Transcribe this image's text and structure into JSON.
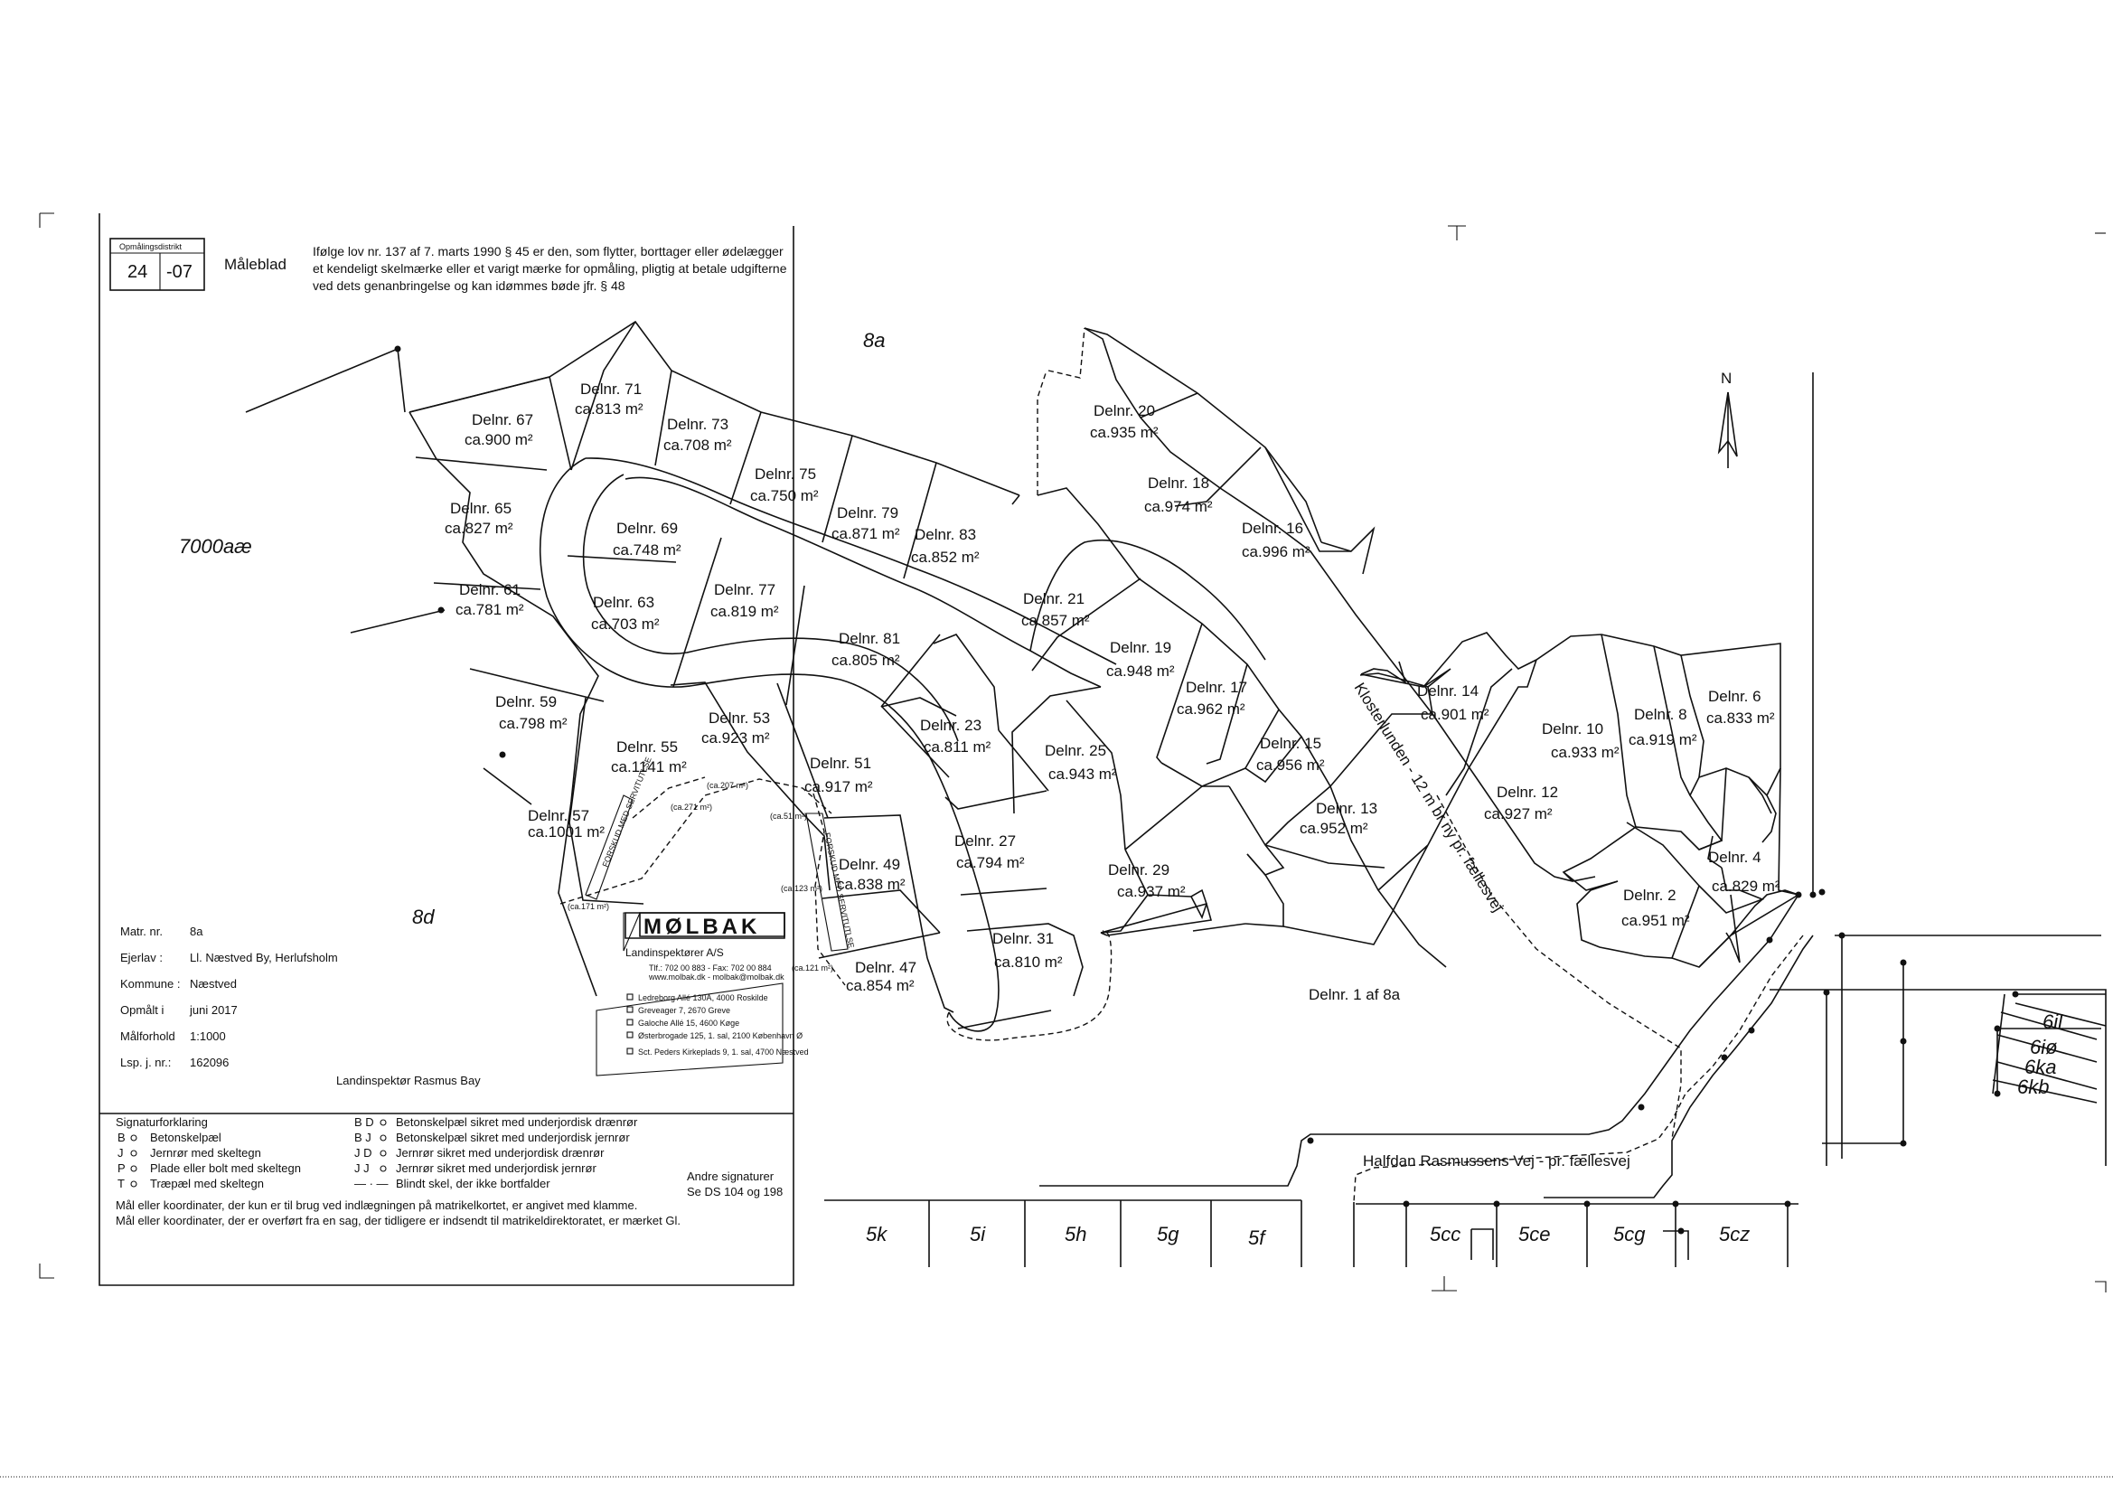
{
  "header": {
    "district_label": "Opmålingsdistrikt",
    "district_a": "24",
    "district_b": "-07",
    "sheet_title": "Måleblad",
    "notice_lines": [
      "Ifølge lov nr. 137 af 7. marts 1990  § 45 er den, som flytter, borttager eller ødelægger",
      "et kendeligt skelmærke eller et varigt mærke for opmåling, pligtig at betale udgifterne",
      "ved dets genanbringelse og kan idømmes bøde jfr. § 48"
    ]
  },
  "matrikler": {
    "m8a": "8a",
    "m7000": "7000aæ",
    "m8d": "8d",
    "road_bottom": [
      "5k",
      "5i",
      "5h",
      "5g",
      "5f",
      "5cc",
      "5ce",
      "5cg",
      "5cz"
    ],
    "road_right": [
      "6il",
      "6iø",
      "6ka",
      "6kb"
    ]
  },
  "parcels": [
    {
      "nr": "Delnr. 71",
      "area": "ca.813 m²"
    },
    {
      "nr": "Delnr. 67",
      "area": "ca.900 m²"
    },
    {
      "nr": "Delnr. 73",
      "area": "ca.708 m²"
    },
    {
      "nr": "Delnr. 75",
      "area": "ca.750 m²"
    },
    {
      "nr": "Delnr. 79",
      "area": "ca.871 m²"
    },
    {
      "nr": "Delnr. 83",
      "area": "ca.852 m²"
    },
    {
      "nr": "Delnr. 65",
      "area": "ca.827 m²"
    },
    {
      "nr": "Delnr. 69",
      "area": "ca.748 m²"
    },
    {
      "nr": "Delnr. 61",
      "area": "ca.781 m²"
    },
    {
      "nr": "Delnr. 63",
      "area": "ca.703 m²"
    },
    {
      "nr": "Delnr. 77",
      "area": "ca.819 m²"
    },
    {
      "nr": "Delnr. 81",
      "area": "ca.805 m²"
    },
    {
      "nr": "Delnr. 59",
      "area": "ca.798 m²"
    },
    {
      "nr": "Delnr. 55",
      "area": "ca.1141 m²"
    },
    {
      "nr": "Delnr. 53",
      "area": "ca.923 m²"
    },
    {
      "nr": "Delnr. 51",
      "area": "ca.917 m²"
    },
    {
      "nr": "Delnr. 57",
      "area": "ca.1001 m²"
    },
    {
      "nr": "Delnr. 49",
      "area": "ca.838 m²"
    },
    {
      "nr": "Delnr. 47",
      "area": "ca.854 m²"
    },
    {
      "nr": "Delnr. 23",
      "area": "ca.811 m²"
    },
    {
      "nr": "Delnr. 27",
      "area": "ca.794 m²"
    },
    {
      "nr": "Delnr. 31",
      "area": "ca.810 m²"
    },
    {
      "nr": "Delnr. 20",
      "area": "ca.935 m²"
    },
    {
      "nr": "Delnr. 18",
      "area": "ca.974 m²"
    },
    {
      "nr": "Delnr. 16",
      "area": "ca.996 m²"
    },
    {
      "nr": "Delnr. 21",
      "area": "ca.857 m²"
    },
    {
      "nr": "Delnr. 19",
      "area": "ca.948 m²"
    },
    {
      "nr": "Delnr. 17",
      "area": "ca.962 m²"
    },
    {
      "nr": "Delnr. 25",
      "area": "ca.943 m²"
    },
    {
      "nr": "Delnr. 15",
      "area": "ca.956 m²"
    },
    {
      "nr": "Delnr. 13",
      "area": "ca.952 m²"
    },
    {
      "nr": "Delnr. 29",
      "area": "ca.937 m²"
    },
    {
      "nr": "Delnr. 14",
      "area": "ca.901 m²"
    },
    {
      "nr": "Delnr. 10",
      "area": "ca.933 m²"
    },
    {
      "nr": "Delnr. 8",
      "area": "ca.919 m²"
    },
    {
      "nr": "Delnr. 6",
      "area": "ca.833 m²"
    },
    {
      "nr": "Delnr. 12",
      "area": "ca.927 m²"
    },
    {
      "nr": "Delnr. 2",
      "area": "ca.951 m²"
    },
    {
      "nr": "Delnr. 4",
      "area": "ca.829 m²"
    }
  ],
  "delnr1": "Delnr. 1 af 8a",
  "roads": {
    "klosterlunden": "Klosterlunden - 12 m br ny pr. fællesvej",
    "halfdan": "Halfdan Rasmussens Vej - pr. fællesvej"
  },
  "easements": [
    "(ca.207 m²)",
    "(ca.271 m²)",
    "(ca.171 m²)",
    "(ca.51 m²)",
    "(ca.123 m²)",
    "(ca.121 m²)"
  ],
  "easement_strip_text": "FORSKUD MED SERVITUTLSE",
  "north": "N",
  "info": {
    "rows": [
      {
        "label": "Matr. nr.",
        "value": "8a"
      },
      {
        "label": "Ejerlav :",
        "value": "Ll. Næstved By, Herlufsholm"
      },
      {
        "label": "Kommune :",
        "value": "Næstved"
      },
      {
        "label": "Opmålt i",
        "value": "juni 2017"
      },
      {
        "label": "Målforhold",
        "value": "1:1000"
      },
      {
        "label": "Lsp. j. nr.:",
        "value": "162096"
      }
    ],
    "surveyor": "Landinspektør Rasmus Bay"
  },
  "company": {
    "name": "MØLBAK",
    "subtitle": "Landinspektører A/S",
    "contact": "Tlf.: 702 00 883 - Fax: 702 00 884",
    "web": "www.molbak.dk - molbak@molbak.dk",
    "offices": [
      "Ledreborg Allé 130A, 4000 Roskilde",
      "Greveager 7, 2670 Greve",
      "Galoche Allé 15, 4600 Køge",
      "Østerbrogade 125, 1. sal, 2100 København Ø",
      "Sct. Peders Kirkeplads 9, 1. sal, 4700 Næstved"
    ]
  },
  "legend": {
    "title": "Signaturforklaring",
    "left": [
      {
        "code": "B",
        "text": "Betonskelpæl"
      },
      {
        "code": "J",
        "text": "Jernrør med skeltegn"
      },
      {
        "code": "P",
        "text": "Plade eller bolt med skeltegn"
      },
      {
        "code": "T",
        "text": "Træpæl med skeltegn"
      }
    ],
    "right": [
      {
        "code": "B D",
        "text": "Betonskelpæl sikret med underjordisk drænrør"
      },
      {
        "code": "B J",
        "text": "Betonskelpæl sikret med underjordisk jernrør"
      },
      {
        "code": "J D",
        "text": "Jernrør sikret med underjordisk drænrør"
      },
      {
        "code": "J J",
        "text": "Jernrør sikret med underjordisk jernrør"
      },
      {
        "code": "— · —",
        "text": "Blindt skel, der ikke bortfalder"
      }
    ],
    "other_title": "Andre signaturer",
    "other_value": "Se DS 104 og 198",
    "note1": "Mål eller koordinater, der kun er til brug ved indlægningen på matrikelkortet, er angivet med klamme.",
    "note2": "Mål eller koordinater, der er overført fra en sag, der tidligere er indsendt til matrikeldirektoratet, er mærket Gl."
  }
}
